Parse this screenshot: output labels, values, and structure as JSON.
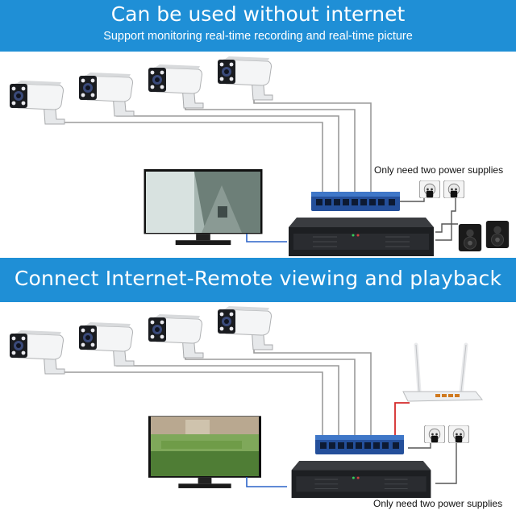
{
  "section1": {
    "title": "Can be used without internet",
    "subtitle": "Support monitoring real-time recording and real-time picture",
    "note": "Only need two power supplies"
  },
  "section2": {
    "title": "Connect  Internet-Remote viewing and playback",
    "note": "Only need two power supplies"
  },
  "colors": {
    "banner": "#1f8fd6",
    "cable": "#9a9a9a",
    "video_cable": "#2b64c8",
    "internet_cable": "#d42a2a",
    "device_dark": "#1d1f22",
    "switch_body": "#2a64b4"
  }
}
